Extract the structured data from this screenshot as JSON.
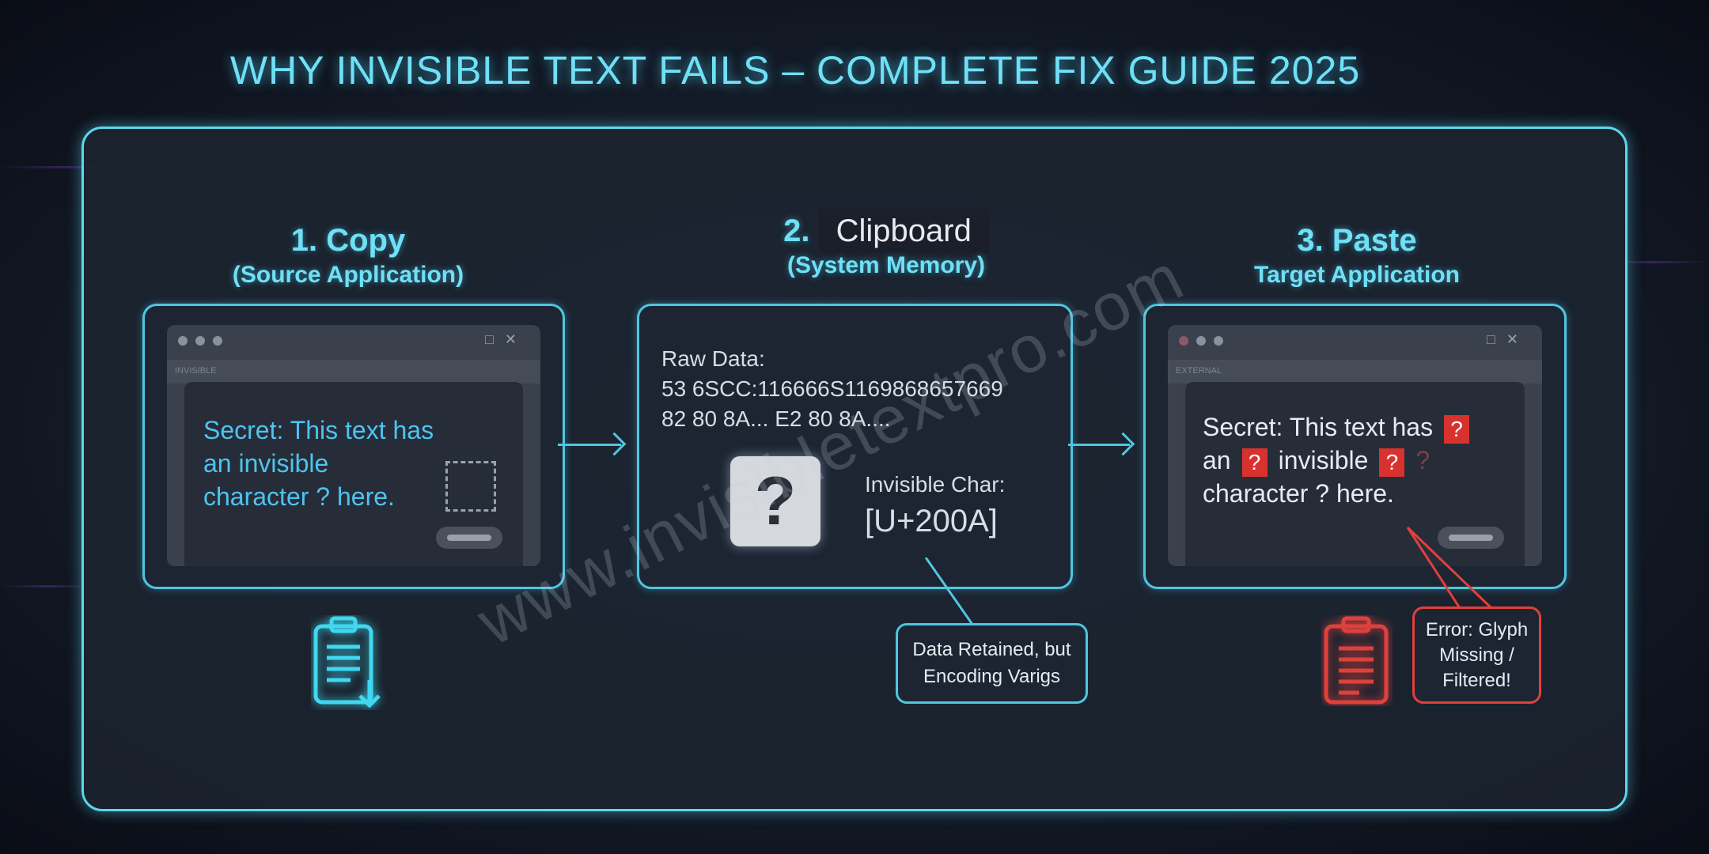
{
  "title": "WHY INVISIBLE TEXT FAILS – COMPLETE FIX GUIDE 2025",
  "watermark": "www.invisibletextpro.com",
  "colors": {
    "accent": "#5fd6ec",
    "error": "#e0403c",
    "background": "#141b28"
  },
  "steps": [
    {
      "heading": "1. Copy",
      "subheading": "(Source Application)",
      "window": {
        "toolbar_text": "INVISIBLE",
        "text_label": "Secret:",
        "text": " This text has an invisible character ? here."
      },
      "icon": "clipboard-download-icon"
    },
    {
      "heading_num": "2.",
      "heading_label": "Clipboard",
      "subheading": "(System Memory)",
      "raw_label": "Raw Data:",
      "raw_line1": "53 6SCC:116666S1169868657669",
      "raw_line2": "82 80 8A... E2 80 8A....",
      "char_label": "Invisible Char:",
      "char_code": "[U+200A]",
      "callout": "Data Retained, but Encoding Varigs"
    },
    {
      "heading": "3. Paste",
      "subheading": "Target Application",
      "window": {
        "toolbar_text": "EXTERNAL",
        "line1": "Secret: This text has",
        "line2a": "an",
        "line2b": "invisible",
        "line3": "character ? here.",
        "replacement": "?"
      },
      "callout_line1": "Error: Glyph",
      "callout_line2": "Missing /",
      "callout_line3": "Filtered!",
      "icon": "clipboard-error-icon"
    }
  ]
}
